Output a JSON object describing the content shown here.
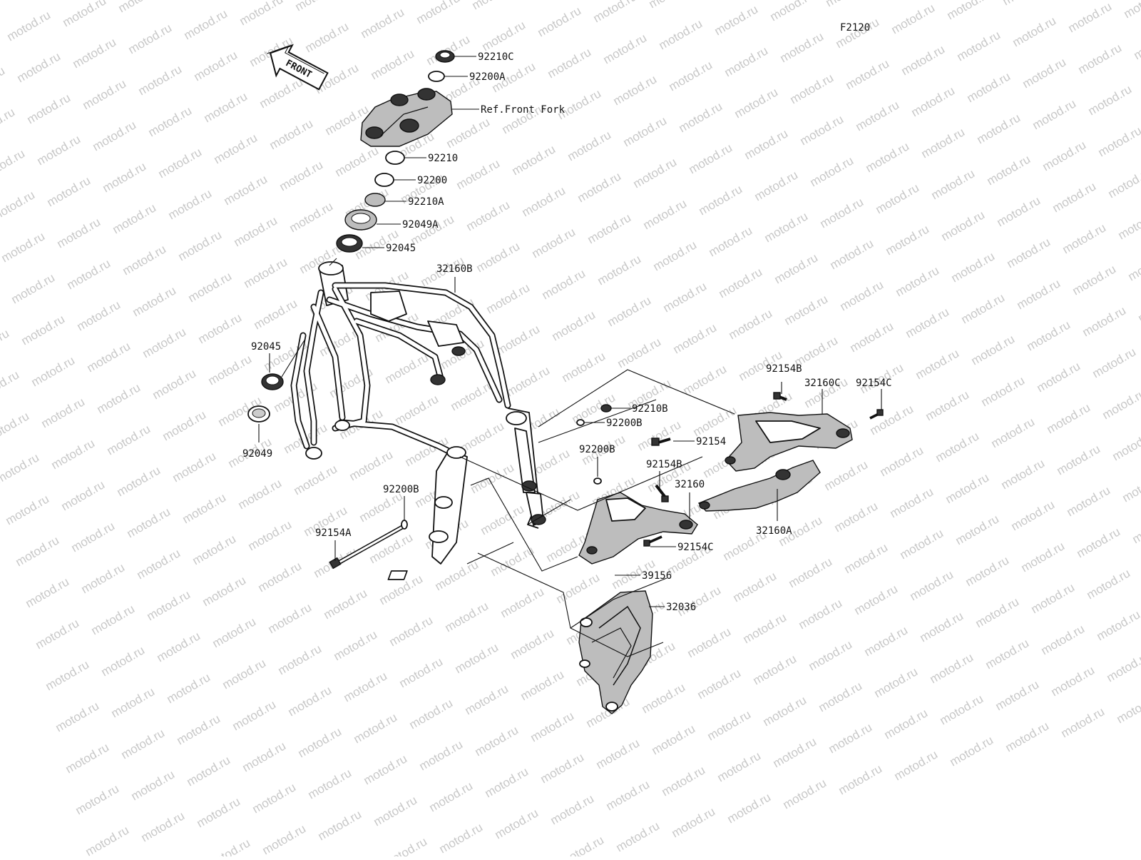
{
  "diagram_code": "F2120",
  "watermark_text": "motod.ru",
  "front_arrow_label": "FRONT",
  "callouts": {
    "p92210C": "92210C",
    "p92200A": "92200A",
    "ref_front_fork": "Ref.Front Fork",
    "p92210": "92210",
    "p92200": "92200",
    "p92210A": "92210A",
    "p92049A": "92049A",
    "p92045_top": "92045",
    "p32160B": "32160B",
    "p92045_side": "92045",
    "p92049": "92049",
    "p92154B_top": "92154B",
    "p32160C": "32160C",
    "p92154C_top": "92154C",
    "p92210B": "92210B",
    "p92200B_a": "92200B",
    "p92154": "92154",
    "p92200B_b": "92200B",
    "p92154B_mid": "92154B",
    "p32160": "32160",
    "p92200B_c": "92200B",
    "p92154A": "92154A",
    "p32160A": "32160A",
    "p92154C_mid": "92154C",
    "p39156": "39156",
    "p32036": "32036"
  }
}
